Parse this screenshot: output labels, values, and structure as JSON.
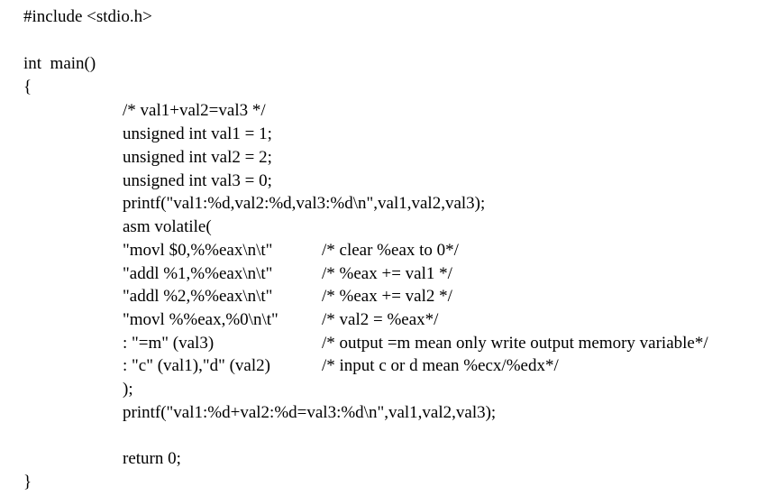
{
  "document": {
    "lines": [
      {
        "code": "#include <stdio.h>"
      },
      {
        "code": "int  main()"
      },
      {
        "code": "{"
      },
      {
        "code": "/* val1+val2=val3 */"
      },
      {
        "code": "unsigned int val1 = 1;"
      },
      {
        "code": "unsigned int val2 = 2;"
      },
      {
        "code": "unsigned int val3 = 0;"
      },
      {
        "code": "printf(\"val1:%d,val2:%d,val3:%d\\n\",val1,val2,val3);"
      },
      {
        "code": "asm volatile("
      },
      {
        "code": "\"movl $0,%%eax\\n\\t\"",
        "comment": "/* clear %eax to 0*/"
      },
      {
        "code": "\"addl %1,%%eax\\n\\t\"",
        "comment": "/* %eax += val1 */"
      },
      {
        "code": "\"addl %2,%%eax\\n\\t\"",
        "comment": "/* %eax += val2 */"
      },
      {
        "code": "\"movl %%eax,%0\\n\\t\"",
        "comment": "/* val2 = %eax*/"
      },
      {
        "code": ": \"=m\" (val3)",
        "comment": "/* output =m mean only write output memory variable*/"
      },
      {
        "code": ": \"c\" (val1),\"d\" (val2)",
        "comment": "/* input c or d mean %ecx/%edx*/"
      },
      {
        "code": ");"
      },
      {
        "code": "printf(\"val1:%d+val2:%d=val3:%d\\n\",val1,val2,val3);"
      },
      {
        "code": "return 0;"
      },
      {
        "code": "}"
      }
    ]
  }
}
